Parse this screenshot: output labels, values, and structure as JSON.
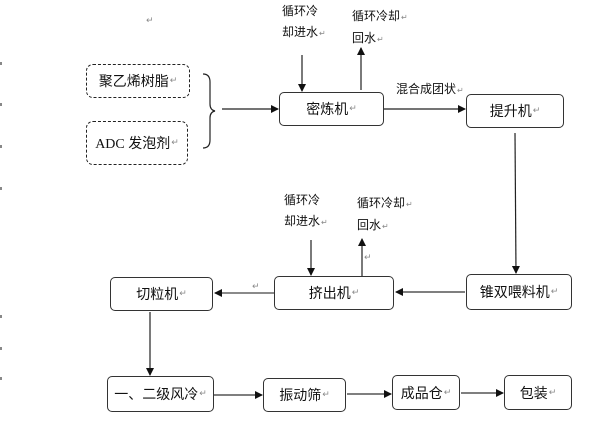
{
  "diagram": {
    "inputs": [
      {
        "label": "聚乙烯树脂"
      },
      {
        "label": "ADC 发泡剂"
      }
    ],
    "nodes": {
      "mixer": "密炼机",
      "lift": "提升机",
      "feeder": "锥双喂料机",
      "extruder": "挤出机",
      "cutter": "切粒机",
      "cooling": "一、二级风冷",
      "screen": "振动筛",
      "product_bin": "成品仓",
      "packaging": "包装"
    },
    "edge_labels": {
      "mixer_to_lift": "混合成团状"
    },
    "cooling_water": {
      "mixer_in": [
        "循环冷",
        "却进水"
      ],
      "mixer_out": [
        "循环冷却",
        "回水"
      ],
      "extruder_in": [
        "循环冷",
        "却进水"
      ],
      "extruder_out": [
        "循环冷却",
        "回水"
      ]
    },
    "return_mark": "↵"
  }
}
